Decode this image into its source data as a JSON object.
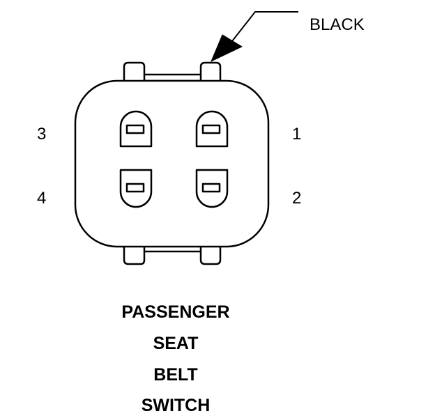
{
  "wire_color_label": "BLACK",
  "pins": {
    "p1": "1",
    "p2": "2",
    "p3": "3",
    "p4": "4"
  },
  "caption": {
    "line1": "PASSENGER",
    "line2": "SEAT",
    "line3": "BELT",
    "line4": "SWITCH"
  },
  "colors": {
    "stroke": "#000000",
    "fill": "#ffffff"
  }
}
